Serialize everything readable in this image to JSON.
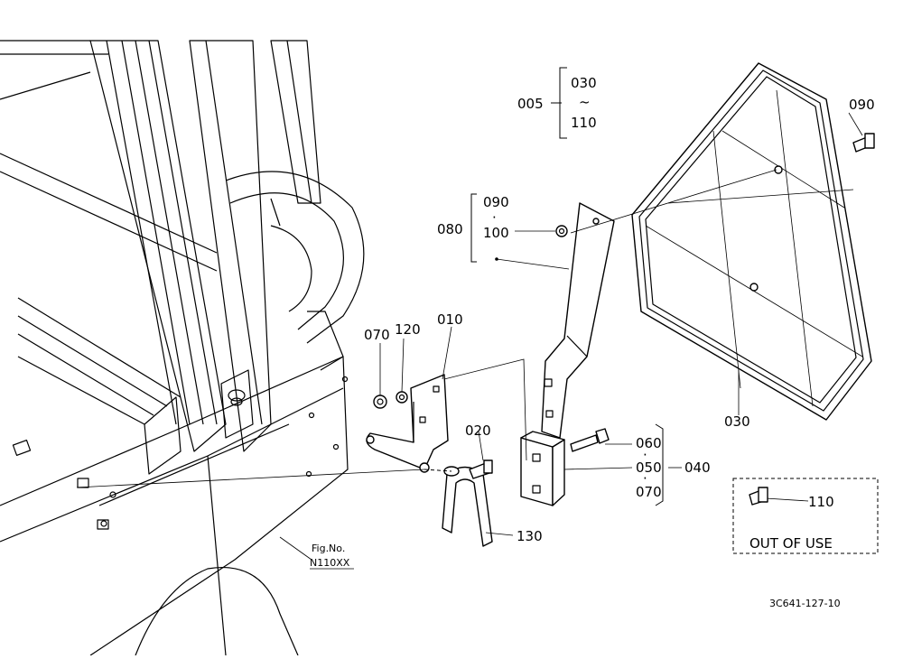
{
  "diagram": {
    "callouts": {
      "c005": "005",
      "c030a": "030",
      "tilde": "~",
      "c110a": "110",
      "c090a": "090",
      "c080": "080",
      "c090b": "090",
      "dot1": "·",
      "c100": "100",
      "c010": "010",
      "c070a": "070",
      "c120": "120",
      "c020": "020",
      "c060": "060",
      "dot2": "·",
      "c050": "050",
      "dot3": "·",
      "c070b": "070",
      "c040": "040",
      "c030b": "030",
      "c130": "130",
      "c110b": "110"
    },
    "out_of_use": "OUT OF USE",
    "fig_ref_label": "Fig.No.",
    "fig_ref_code": "N110XX",
    "drawing_number": "3C641-127-10"
  }
}
